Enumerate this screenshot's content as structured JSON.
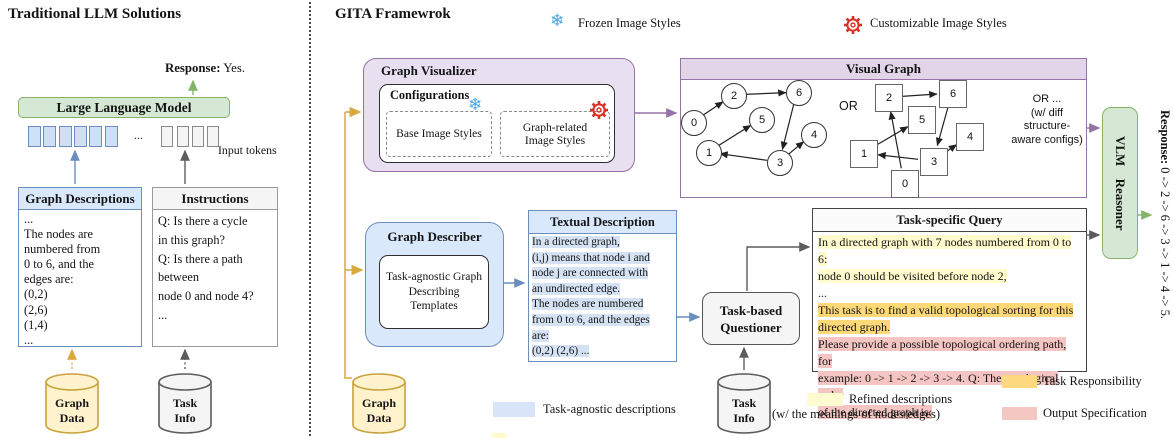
{
  "colors": {
    "green_fill": "#D5E8D4",
    "green_border": "#82B366",
    "blue_fill": "#DAE8FC",
    "blue_border": "#6C8EBF",
    "purple_fill": "#E1D5E7",
    "purple_border": "#9673A6",
    "yellow_fill": "#FFF2CC",
    "yellow_border": "#D6B656",
    "gray_fill": "#F5F5F5",
    "highlight_blue": "#D4E2F4",
    "highlight_yellow": "#FFFBCC",
    "highlight_orange": "#FFD978",
    "highlight_pink": "#F4C5C2",
    "snowflake_blue": "#4BA4DE",
    "gear_red": "#D93025"
  },
  "left": {
    "title": "Traditional LLM Solutions",
    "response_label": "Response:",
    "response_value": " Yes.",
    "llm_label": "Large Language Model",
    "tokens_ellipsis": "...",
    "input_tokens_label": "Input tokens",
    "graph_descriptions": {
      "title": "Graph Descriptions",
      "lines": [
        "...",
        "The nodes are",
        "numbered from",
        "0 to 6, and the",
        "edges are:",
        "(0,2)",
        "(2,6)",
        "(1,4)",
        "..."
      ]
    },
    "instructions": {
      "title": "Instructions",
      "lines": [
        "Q: Is there a cycle",
        "in this graph?",
        "",
        "Q: Is there a path",
        "between",
        "node 0 and node 4?",
        "..."
      ]
    },
    "graph_data": {
      "line1": "Graph",
      "line2": "Data"
    },
    "task_info": {
      "line1": "Task",
      "line2": "Info"
    }
  },
  "gita": {
    "title": "GITA Framewrok",
    "frozen_label": "Frozen Image Styles",
    "customizable_label": "Customizable Image Styles",
    "visualizer": {
      "title": "Graph Visualizer",
      "config_title": "Configurations",
      "base_styles": "Base Image Styles",
      "graph_related_l1": "Graph-related",
      "graph_related_l2": "Image Styles"
    },
    "visual_graph": {
      "title": "Visual Graph",
      "or_label": "OR",
      "alt_lines": [
        "OR ...",
        "(w/ diff",
        "structure-",
        "aware configs)"
      ],
      "circle_nodes": [
        "0",
        "2",
        "6",
        "5",
        "4",
        "1",
        "3"
      ],
      "square_nodes": [
        "2",
        "6",
        "5",
        "4",
        "1",
        "3",
        "0"
      ],
      "edges": [
        "0->2",
        "2->6",
        "6->3",
        "1->5",
        "3->1",
        "3->4"
      ]
    },
    "describer": {
      "title": "Graph Describer",
      "inner_lines": [
        "Task-agnostic Graph",
        "Describing",
        "Templates"
      ]
    },
    "textual": {
      "title": "Textual Description",
      "lines": [
        "In a directed graph,",
        "(i,j) means that node i and",
        "node j are connected with",
        "an undirected edge.",
        "The nodes are  numbered",
        "from 0 to 6, and the edges",
        "are:",
        "(0,2) (2,6) ..."
      ]
    },
    "questioner": {
      "line1": "Task-based",
      "line2": "Questioner"
    },
    "query": {
      "title": "Task-specific Query",
      "lines": [
        {
          "text": "In a directed graph with 7 nodes numbered from 0 to 6:",
          "hl": "yellow"
        },
        {
          "text": "node 0 should be visited before node 2,",
          "hl": "yellow"
        },
        {
          "text": "...",
          "hl": "none"
        },
        {
          "text": "This task is to find a valid topological sorting for this",
          "hl": "orange"
        },
        {
          "text": "directed graph.",
          "hl": "orange"
        },
        {
          "text": "Please provide a possible topological ordering path, for",
          "hl": "pink"
        },
        {
          "text": "example: 0 -> 1 -> 2 -> 3 -> 4. Q: The topological order",
          "hl": "pink"
        },
        {
          "text": "of the directed graph is:",
          "hl": "pink"
        }
      ]
    },
    "vlm_label": "VLM Reasoner",
    "response_label": "Response:",
    "response_value": " 0 -> 2 -> 6 -> 3 -> 1 -> 4 -> 5.",
    "graph_data": {
      "line1": "Graph",
      "line2": "Data"
    },
    "task_info": {
      "line1": "Task",
      "line2": "Info"
    },
    "legend": {
      "task_agnostic": "Task-agnostic descriptions",
      "refined_l1": "Refined descriptions",
      "refined_l2": "(w/ the meanings of nodes/edges)",
      "task_responsibility": "Task Responsibility",
      "output_specification": "Output Specification"
    }
  }
}
